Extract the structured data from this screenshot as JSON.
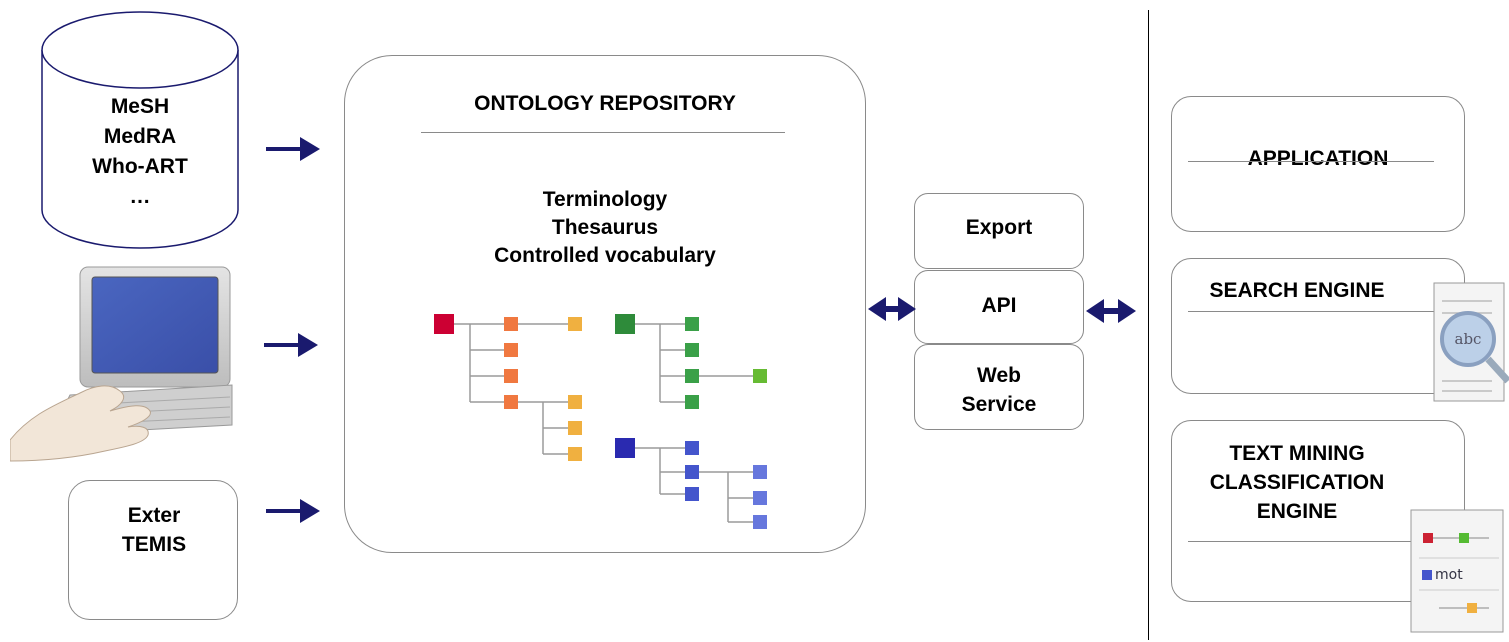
{
  "sources": {
    "database_lines": [
      "MeSH",
      "MedRA",
      "Who-ART",
      "…"
    ],
    "tool_lines": [
      "Exter",
      "TEMIS"
    ]
  },
  "repository": {
    "title": "ONTOLOGY REPOSITORY",
    "content_lines": [
      "Terminology",
      "Thesaurus",
      "Controlled vocabulary"
    ]
  },
  "interfaces": {
    "export": "Export",
    "api": "API",
    "web_service_lines": [
      "Web",
      "Service"
    ]
  },
  "consumers": {
    "application": "APPLICATION",
    "search_engine": "SEARCH ENGINE",
    "text_mining_lines": [
      "TEXT MINING",
      "CLASSIFICATION",
      "ENGINE"
    ],
    "icon_word_abc": "abc",
    "icon_word_mot": "mot"
  },
  "colors": {
    "arrow": "#1a1a6e",
    "tree_red": "#cc0033",
    "tree_orange": "#f07840",
    "tree_yellow": "#f0b040",
    "tree_green": "#2e8b3a",
    "tree_light_green": "#66bb33",
    "tree_blue": "#2a2ab0",
    "tree_light_blue": "#6677dd"
  }
}
